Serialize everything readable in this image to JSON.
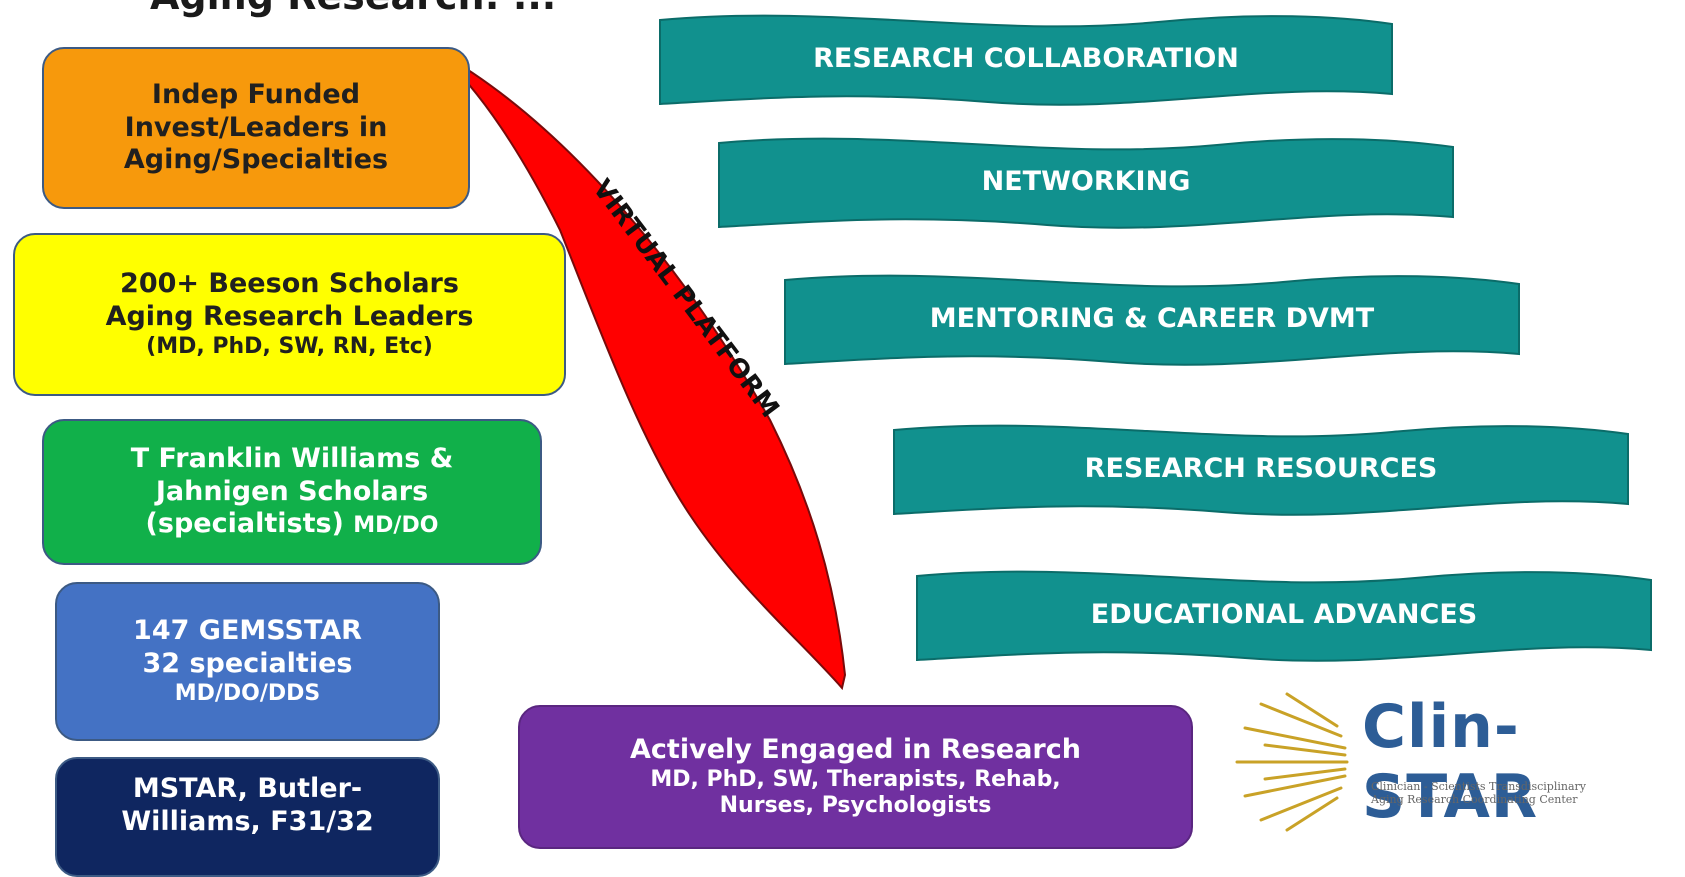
{
  "title": "Aging Research: ...",
  "arrow": {
    "label": "VIRTUAL PLATFORM",
    "color": "#ff0000"
  },
  "boxes": {
    "orange": {
      "lines": [
        "Indep Funded",
        "Invest/Leaders in",
        "Aging/Specialties"
      ],
      "color": "#f7990c"
    },
    "yellow": {
      "lines": [
        "200+ Beeson Scholars",
        "Aging Research Leaders",
        "(MD, PhD, SW, RN, Etc)"
      ],
      "color": "#ffff00"
    },
    "green": {
      "lines": [
        "T Franklin Williams &",
        "Jahnigen Scholars",
        "(specialtists) ",
        "MD/DO"
      ],
      "color": "#11b04a"
    },
    "blue": {
      "lines": [
        "147 GEMSSTAR",
        "32 specialties",
        "MD/DO/DDS"
      ],
      "color": "#4472c4"
    },
    "navy": {
      "lines": [
        "MSTAR, Butler-",
        "Williams, F31/32"
      ],
      "color": "#0f2660"
    },
    "purple": {
      "lines": [
        "Actively Engaged in Research",
        "MD, PhD, SW, Therapists, Rehab,",
        "Nurses, Psychologists"
      ],
      "color": "#7030a0"
    }
  },
  "banners": {
    "color": "#11918e",
    "items": [
      "RESEARCH COLLABORATION",
      "NETWORKING",
      "MENTORING & CAREER DVMT",
      "RESEARCH RESOURCES",
      "EDUCATIONAL ADVANCES"
    ]
  },
  "logo": {
    "name": "Clin-STAR",
    "subtitle_line1": "Clinician - Scientists Transdisciplinary",
    "subtitle_line2": "Aging Research Coordinating Center"
  }
}
